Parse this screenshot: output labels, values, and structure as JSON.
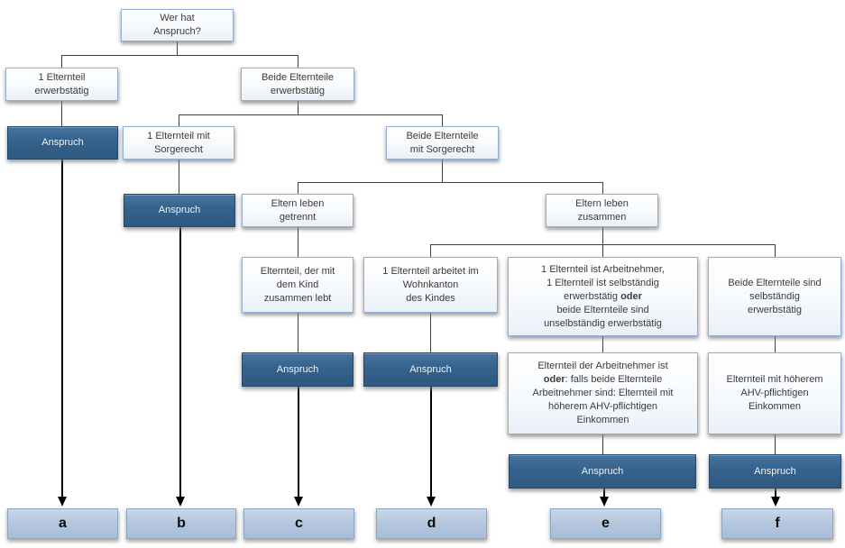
{
  "diagram": {
    "background": "#FFFFFF",
    "colors": {
      "light_box_border": "#8FAFD4",
      "light_box_fill": "#F7FAFD",
      "dark_box_fill": "#35628C",
      "dark_box_border": "#24496B",
      "dark_box_text": "#EDF3F9",
      "leaf_box_fill": "#B3C6DD",
      "leaf_box_border": "#8CA6C6",
      "connector_line": "#404040",
      "arrow": "#000000",
      "text": "#3A3A3A"
    },
    "nodes": {
      "root": {
        "l1": "Wer hat",
        "l2": "Anspruch?"
      },
      "one_parent_employed": {
        "l1": "1 Elternteil",
        "l2": "erwerbstätig"
      },
      "both_parents_employed": {
        "l1": "Beide Elternteile",
        "l2": "erwerbstätig"
      },
      "anspruch_a": {
        "label": "Anspruch"
      },
      "one_parent_custody": {
        "l1": "1 Elternteil mit",
        "l2": "Sorgerecht"
      },
      "both_parents_custody": {
        "l1": "Beide Elternteile",
        "l2": "mit Sorgerecht"
      },
      "anspruch_b": {
        "label": "Anspruch"
      },
      "parents_separated": {
        "l1": "Eltern leben",
        "l2": "getrennt"
      },
      "parents_together": {
        "l1": "Eltern leben",
        "l2": "zusammen"
      },
      "parent_living_with_child": {
        "l1": "Elternteil, der mit",
        "l2": "dem Kind",
        "l3": "zusammen lebt"
      },
      "parent_works_in_canton": {
        "l1": "1 Elternteil arbeitet im",
        "l2": "Wohnkanton",
        "l3": "des Kindes"
      },
      "mixed_employment": {
        "l1": "1 Elternteil ist Arbeitnehmer,",
        "l2": "1 Elternteil ist selbständig",
        "l3a": "erwerbstätig ",
        "l3b": "oder",
        "l4": "beide Elternteile sind",
        "l5": "unselbständig erwerbstätig"
      },
      "both_self_employed": {
        "l1": "Beide Elternteile sind",
        "l2": "selbständig",
        "l3": "erwerbstätig"
      },
      "anspruch_c": {
        "label": "Anspruch"
      },
      "anspruch_d": {
        "label": "Anspruch"
      },
      "employee_parent_rule": {
        "l1": "Elternteil der Arbeitnehmer ist",
        "l2a": "oder",
        "l2b": ": falls beide Elternteile",
        "l3": "Arbeitnehmer sind: Elternteil mit",
        "l4": "höherem AHV-pflichtigen",
        "l5": "Einkommen"
      },
      "higher_income_rule": {
        "l1": "Elternteil mit höherem",
        "l2": "AHV-pflichtigen",
        "l3": "Einkommen"
      },
      "anspruch_e": {
        "label": "Anspruch"
      },
      "anspruch_f": {
        "label": "Anspruch"
      },
      "leaf_a": {
        "label": "a"
      },
      "leaf_b": {
        "label": "b"
      },
      "leaf_c": {
        "label": "c"
      },
      "leaf_d": {
        "label": "d"
      },
      "leaf_e": {
        "label": "e"
      },
      "leaf_f": {
        "label": "f"
      }
    }
  }
}
